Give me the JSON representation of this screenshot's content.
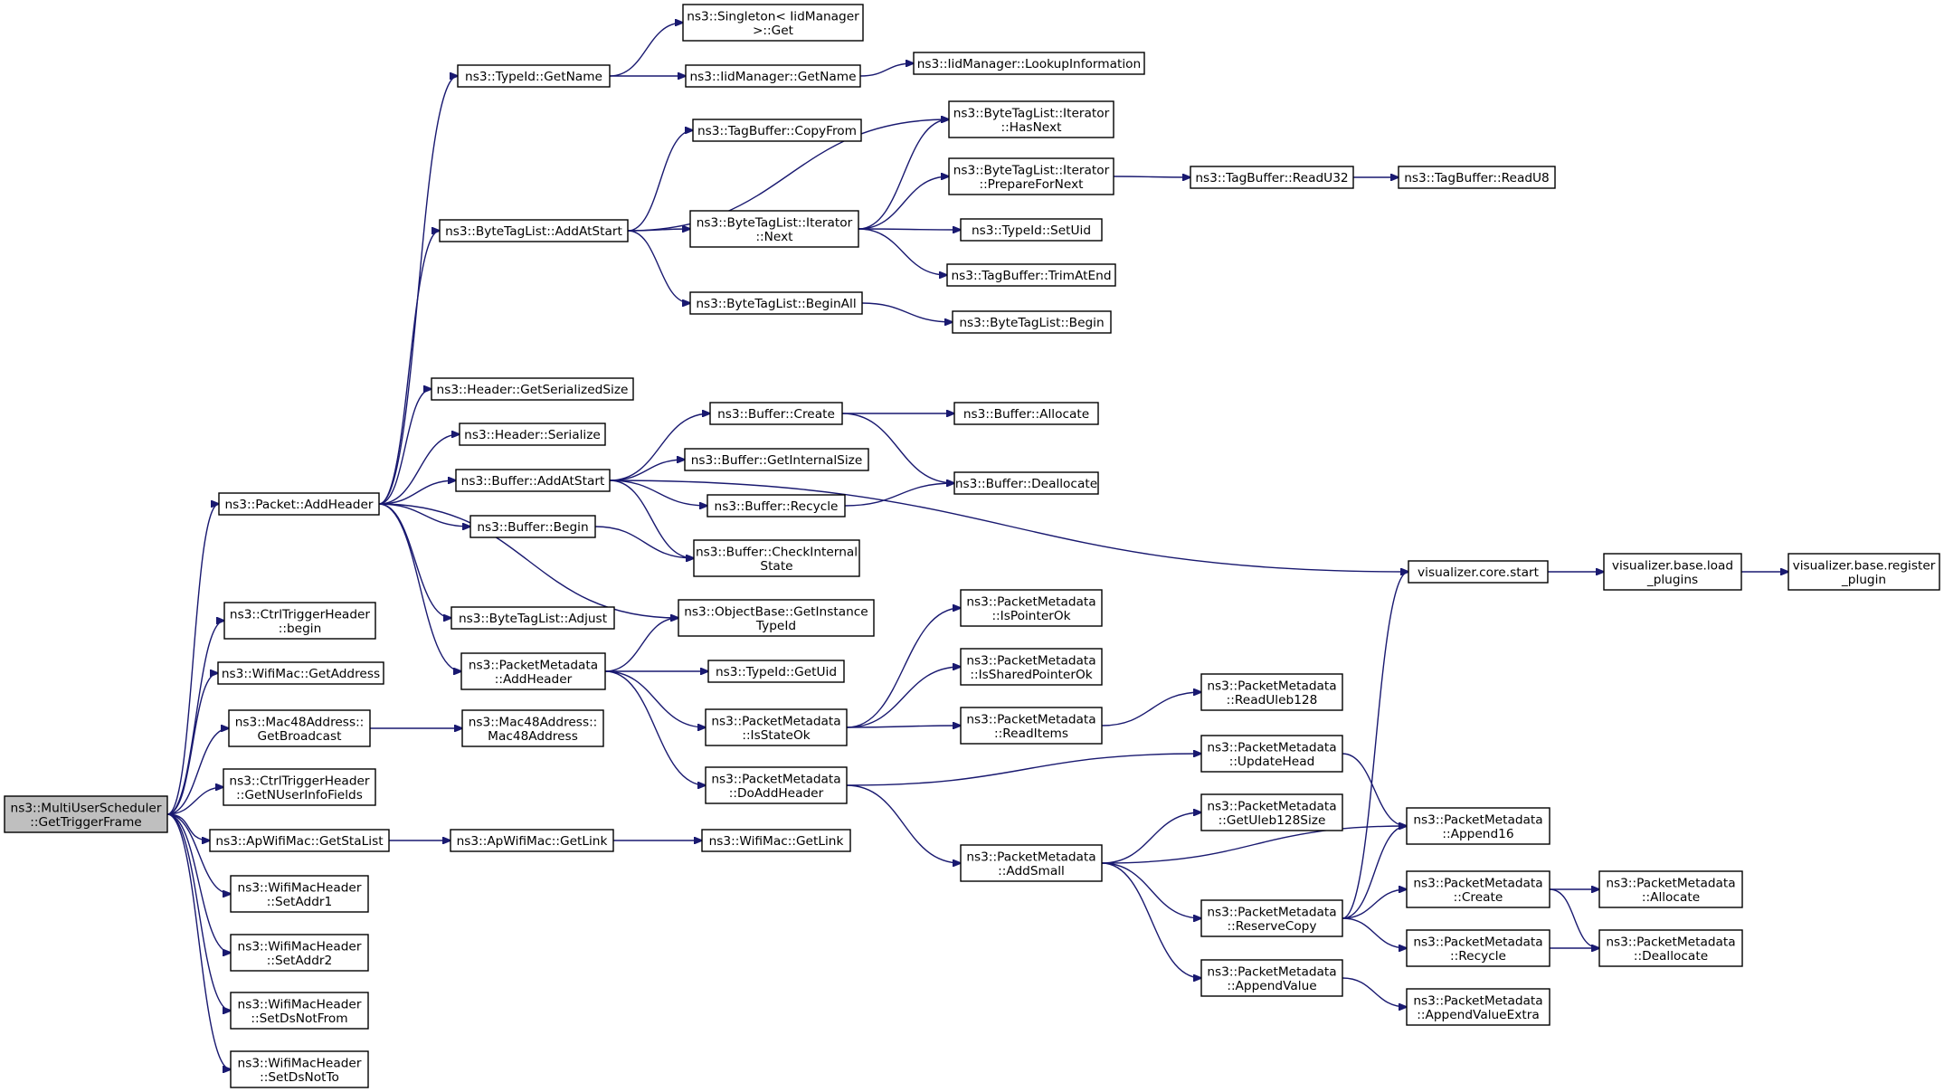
{
  "colors": {
    "edge": "#191970",
    "root_fill": "#bfbfbf",
    "node_fill": "#ffffff",
    "node_border": "#000000"
  },
  "nodes": {
    "root": {
      "lines": [
        "ns3::MultiUserScheduler",
        "::GetTriggerFrame"
      ]
    },
    "addheader": {
      "lines": [
        "ns3::Packet::AddHeader"
      ]
    },
    "ctrlbegin": {
      "lines": [
        "ns3::CtrlTriggerHeader",
        "::begin"
      ]
    },
    "getaddress": {
      "lines": [
        "ns3::WifiMac::GetAddress"
      ]
    },
    "getbroadcast": {
      "lines": [
        "ns3::Mac48Address::",
        "GetBroadcast"
      ]
    },
    "getnuser": {
      "lines": [
        "ns3::CtrlTriggerHeader",
        "::GetNUserInfoFields"
      ]
    },
    "getstalist": {
      "lines": [
        "ns3::ApWifiMac::GetStaList"
      ]
    },
    "setaddr1": {
      "lines": [
        "ns3::WifiMacHeader",
        "::SetAddr1"
      ]
    },
    "setaddr2": {
      "lines": [
        "ns3::WifiMacHeader",
        "::SetAddr2"
      ]
    },
    "setdsnotfrom": {
      "lines": [
        "ns3::WifiMacHeader",
        "::SetDsNotFrom"
      ]
    },
    "setdsnotto": {
      "lines": [
        "ns3::WifiMacHeader",
        "::SetDsNotTo"
      ]
    },
    "typeidgetname": {
      "lines": [
        "ns3::TypeId::GetName"
      ]
    },
    "btladdatstart": {
      "lines": [
        "ns3::ByteTagList::AddAtStart"
      ]
    },
    "hdrgetsersize": {
      "lines": [
        "ns3::Header::GetSerializedSize"
      ]
    },
    "hdrserialize": {
      "lines": [
        "ns3::Header::Serialize"
      ]
    },
    "bufaddatstart": {
      "lines": [
        "ns3::Buffer::AddAtStart"
      ]
    },
    "bufbegin": {
      "lines": [
        "ns3::Buffer::Begin"
      ]
    },
    "btladjust": {
      "lines": [
        "ns3::ByteTagList::Adjust"
      ]
    },
    "pmaddheader": {
      "lines": [
        "ns3::PacketMetadata",
        "::AddHeader"
      ]
    },
    "mac48addr": {
      "lines": [
        "ns3::Mac48Address::",
        "Mac48Address"
      ]
    },
    "apgetlink": {
      "lines": [
        "ns3::ApWifiMac::GetLink"
      ]
    },
    "singleton": {
      "lines": [
        "ns3::Singleton< IidManager",
        ">::Get"
      ]
    },
    "iidgetname": {
      "lines": [
        "ns3::IidManager::GetName"
      ]
    },
    "iidlookup": {
      "lines": [
        "ns3::IidManager::LookupInformation"
      ]
    },
    "tagcopyfrom": {
      "lines": [
        "ns3::TagBuffer::CopyFrom"
      ]
    },
    "btlitnext": {
      "lines": [
        "ns3::ByteTagList::Iterator",
        "::Next"
      ]
    },
    "btlbeginall": {
      "lines": [
        "ns3::ByteTagList::BeginAll"
      ]
    },
    "btlhasnext": {
      "lines": [
        "ns3::ByteTagList::Iterator",
        "::HasNext"
      ]
    },
    "btlprepare": {
      "lines": [
        "ns3::ByteTagList::Iterator",
        "::PrepareForNext"
      ]
    },
    "setuid": {
      "lines": [
        "ns3::TypeId::SetUid"
      ]
    },
    "trimatend": {
      "lines": [
        "ns3::TagBuffer::TrimAtEnd"
      ]
    },
    "btlbegin": {
      "lines": [
        "ns3::ByteTagList::Begin"
      ]
    },
    "readu32": {
      "lines": [
        "ns3::TagBuffer::ReadU32"
      ]
    },
    "readu8": {
      "lines": [
        "ns3::TagBuffer::ReadU8"
      ]
    },
    "bufcreate": {
      "lines": [
        "ns3::Buffer::Create"
      ]
    },
    "bufgetinternal": {
      "lines": [
        "ns3::Buffer::GetInternalSize"
      ]
    },
    "bufrecycle": {
      "lines": [
        "ns3::Buffer::Recycle"
      ]
    },
    "bufcheck": {
      "lines": [
        "ns3::Buffer::CheckInternal",
        "State"
      ]
    },
    "objgetinst": {
      "lines": [
        "ns3::ObjectBase::GetInstance",
        "TypeId"
      ]
    },
    "typeidgetuid": {
      "lines": [
        "ns3::TypeId::GetUid"
      ]
    },
    "pmisstateok": {
      "lines": [
        "ns3::PacketMetadata",
        "::IsStateOk"
      ]
    },
    "pmdoaddheader": {
      "lines": [
        "ns3::PacketMetadata",
        "::DoAddHeader"
      ]
    },
    "wifigetlink": {
      "lines": [
        "ns3::WifiMac::GetLink"
      ]
    },
    "bufallocate": {
      "lines": [
        "ns3::Buffer::Allocate"
      ]
    },
    "bufdealloc": {
      "lines": [
        "ns3::Buffer::Deallocate"
      ]
    },
    "pmispointerok": {
      "lines": [
        "ns3::PacketMetadata",
        "::IsPointerOk"
      ]
    },
    "pmissharedok": {
      "lines": [
        "ns3::PacketMetadata",
        "::IsSharedPointerOk"
      ]
    },
    "pmreaditems": {
      "lines": [
        "ns3::PacketMetadata",
        "::ReadItems"
      ]
    },
    "pmaddsmall": {
      "lines": [
        "ns3::PacketMetadata",
        "::AddSmall"
      ]
    },
    "pmreaduleb": {
      "lines": [
        "ns3::PacketMetadata",
        "::ReadUleb128"
      ]
    },
    "pmupdatehead": {
      "lines": [
        "ns3::PacketMetadata",
        "::UpdateHead"
      ]
    },
    "pmgetuleb": {
      "lines": [
        "ns3::PacketMetadata",
        "::GetUleb128Size"
      ]
    },
    "pmreservecopy": {
      "lines": [
        "ns3::PacketMetadata",
        "::ReserveCopy"
      ]
    },
    "pmappendvalue": {
      "lines": [
        "ns3::PacketMetadata",
        "::AppendValue"
      ]
    },
    "vizstart": {
      "lines": [
        "visualizer.core.start"
      ]
    },
    "vizload": {
      "lines": [
        "visualizer.base.load",
        "_plugins"
      ]
    },
    "vizregister": {
      "lines": [
        "visualizer.base.register",
        "_plugin"
      ]
    },
    "pmappend16": {
      "lines": [
        "ns3::PacketMetadata",
        "::Append16"
      ]
    },
    "pmcreate": {
      "lines": [
        "ns3::PacketMetadata",
        "::Create"
      ]
    },
    "pmrecycle": {
      "lines": [
        "ns3::PacketMetadata",
        "::Recycle"
      ]
    },
    "pmappendextra": {
      "lines": [
        "ns3::PacketMetadata",
        "::AppendValueExtra"
      ]
    },
    "pmallocate": {
      "lines": [
        "ns3::PacketMetadata",
        "::Allocate"
      ]
    },
    "pmdealloc": {
      "lines": [
        "ns3::PacketMetadata",
        "::Deallocate"
      ]
    }
  },
  "edges": [
    [
      "root",
      "addheader"
    ],
    [
      "root",
      "ctrlbegin"
    ],
    [
      "root",
      "getaddress"
    ],
    [
      "root",
      "getbroadcast"
    ],
    [
      "root",
      "getnuser"
    ],
    [
      "root",
      "getstalist"
    ],
    [
      "root",
      "setaddr1"
    ],
    [
      "root",
      "setaddr2"
    ],
    [
      "root",
      "setdsnotfrom"
    ],
    [
      "root",
      "setdsnotto"
    ],
    [
      "addheader",
      "typeidgetname"
    ],
    [
      "addheader",
      "btladdatstart"
    ],
    [
      "addheader",
      "hdrgetsersize"
    ],
    [
      "addheader",
      "hdrserialize"
    ],
    [
      "addheader",
      "bufaddatstart"
    ],
    [
      "addheader",
      "bufbegin"
    ],
    [
      "addheader",
      "btladjust"
    ],
    [
      "addheader",
      "pmaddheader"
    ],
    [
      "addheader",
      "objgetinst"
    ],
    [
      "getbroadcast",
      "mac48addr"
    ],
    [
      "getstalist",
      "apgetlink"
    ],
    [
      "apgetlink",
      "wifigetlink"
    ],
    [
      "typeidgetname",
      "singleton"
    ],
    [
      "typeidgetname",
      "iidgetname"
    ],
    [
      "iidgetname",
      "iidlookup"
    ],
    [
      "btladdatstart",
      "tagcopyfrom"
    ],
    [
      "btladdatstart",
      "btlhasnext"
    ],
    [
      "btladdatstart",
      "btlitnext"
    ],
    [
      "btladdatstart",
      "btlbeginall"
    ],
    [
      "btlitnext",
      "btlhasnext"
    ],
    [
      "btlitnext",
      "btlprepare"
    ],
    [
      "btlitnext",
      "setuid"
    ],
    [
      "btlitnext",
      "trimatend"
    ],
    [
      "btlbeginall",
      "btlbegin"
    ],
    [
      "btlprepare",
      "readu32"
    ],
    [
      "readu32",
      "readu8"
    ],
    [
      "bufaddatstart",
      "vizstart"
    ],
    [
      "bufaddatstart",
      "bufcreate"
    ],
    [
      "bufaddatstart",
      "bufgetinternal"
    ],
    [
      "bufaddatstart",
      "bufrecycle"
    ],
    [
      "bufaddatstart",
      "bufcheck"
    ],
    [
      "bufbegin",
      "bufcheck"
    ],
    [
      "bufcreate",
      "bufallocate"
    ],
    [
      "bufcreate",
      "bufdealloc"
    ],
    [
      "bufrecycle",
      "bufdealloc"
    ],
    [
      "pmaddheader",
      "objgetinst"
    ],
    [
      "pmaddheader",
      "typeidgetuid"
    ],
    [
      "pmaddheader",
      "pmisstateok"
    ],
    [
      "pmaddheader",
      "pmdoaddheader"
    ],
    [
      "pmisstateok",
      "pmispointerok"
    ],
    [
      "pmisstateok",
      "pmissharedok"
    ],
    [
      "pmisstateok",
      "pmreaditems"
    ],
    [
      "pmreaditems",
      "pmreaduleb"
    ],
    [
      "pmdoaddheader",
      "pmupdatehead"
    ],
    [
      "pmdoaddheader",
      "pmaddsmall"
    ],
    [
      "pmupdatehead",
      "pmappend16"
    ],
    [
      "pmaddsmall",
      "pmgetuleb"
    ],
    [
      "pmaddsmall",
      "pmappend16"
    ],
    [
      "pmaddsmall",
      "pmreservecopy"
    ],
    [
      "pmaddsmall",
      "pmappendvalue"
    ],
    [
      "pmreservecopy",
      "vizstart"
    ],
    [
      "pmreservecopy",
      "pmappend16"
    ],
    [
      "pmreservecopy",
      "pmcreate"
    ],
    [
      "pmreservecopy",
      "pmrecycle"
    ],
    [
      "pmappendvalue",
      "pmappendextra"
    ],
    [
      "vizstart",
      "vizload"
    ],
    [
      "vizload",
      "vizregister"
    ],
    [
      "pmcreate",
      "pmallocate"
    ],
    [
      "pmcreate",
      "pmdealloc"
    ],
    [
      "pmrecycle",
      "pmdealloc"
    ]
  ]
}
